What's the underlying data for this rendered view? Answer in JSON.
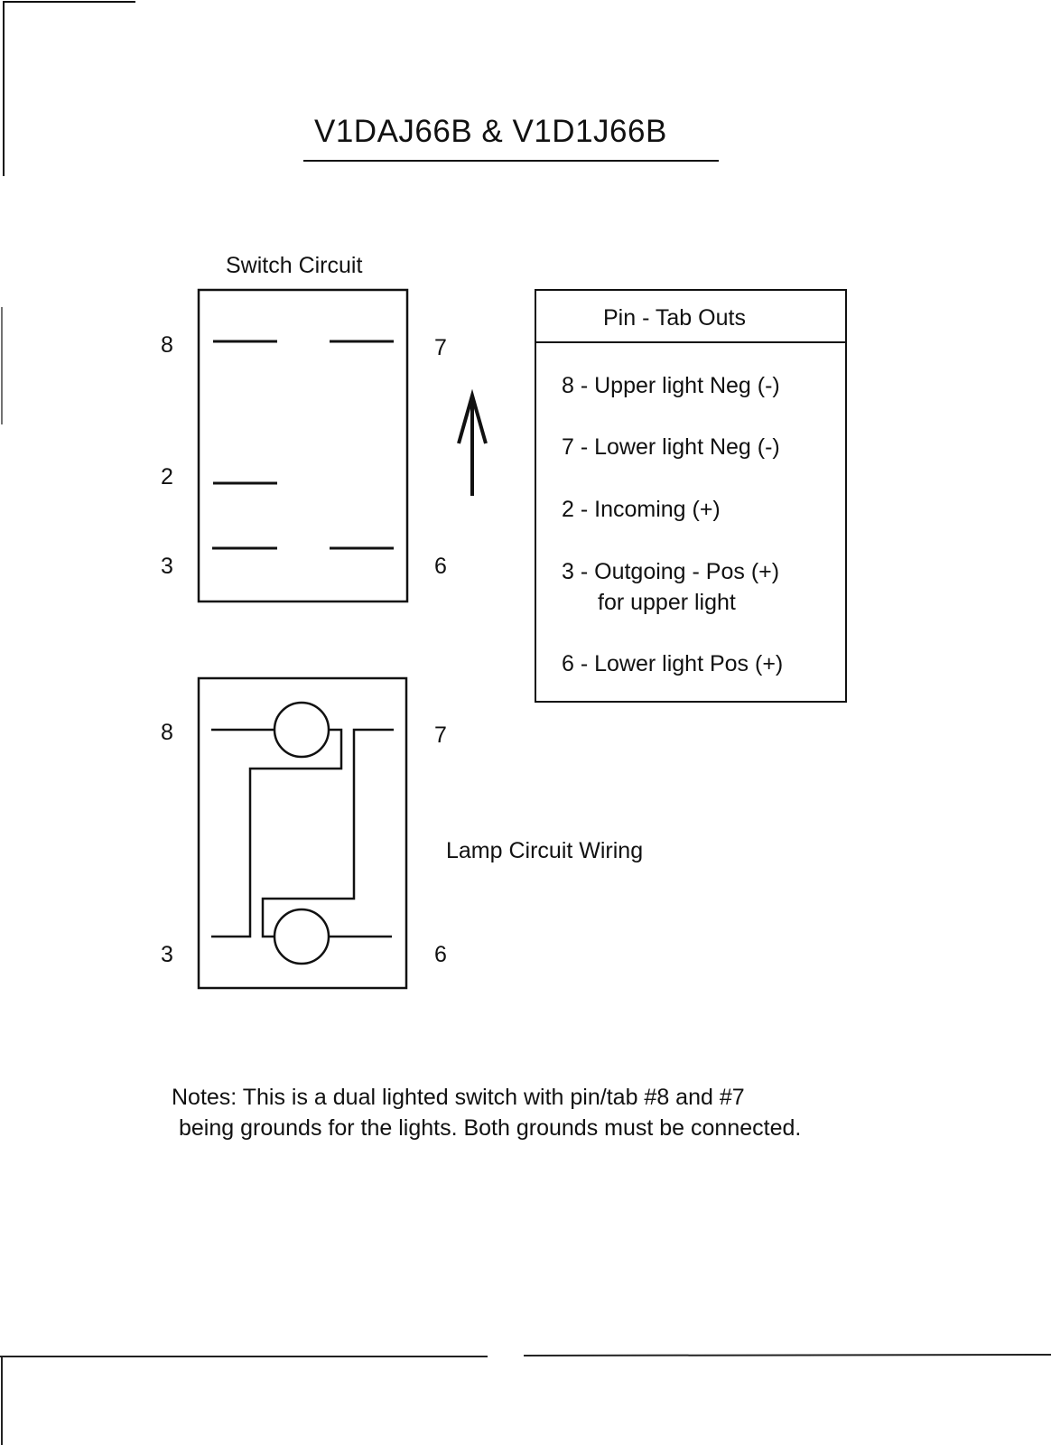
{
  "title": "V1DAJ66B & V1D1J66B",
  "switch_circuit": {
    "label": "Switch Circuit",
    "pins_left": [
      "8",
      "2",
      "3"
    ],
    "pins_right": [
      "7",
      "6"
    ]
  },
  "direction_arrow": "arrow-up-icon",
  "lamp_circuit": {
    "label": "Lamp Circuit Wiring",
    "pins_left": [
      "8",
      "3"
    ],
    "pins_right": [
      "7",
      "6"
    ]
  },
  "pin_table": {
    "header": "Pin - Tab Outs",
    "items": [
      {
        "line1": "8 - Upper light Neg (-)"
      },
      {
        "line1": "7 - Lower light Neg (-)"
      },
      {
        "line1": "2 - Incoming (+)"
      },
      {
        "line1": "3 - Outgoing - Pos (+)",
        "line2": "for upper light"
      },
      {
        "line1": "6 - Lower light Pos (+)"
      }
    ]
  },
  "notes": {
    "line1": "Notes: This is a dual lighted switch with pin/tab #8 and #7",
    "line2": "being grounds for the lights.  Both grounds must be connected."
  }
}
